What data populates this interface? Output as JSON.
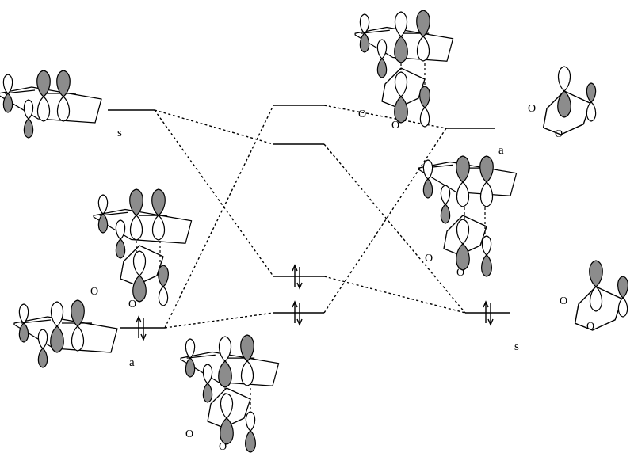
{
  "symmetry_labels": {
    "diene_upper": "s",
    "diene_lower": "a",
    "dioxole_upper": "a",
    "dioxole_lower": "s"
  },
  "atom_label": "O",
  "icons": [
    "p-orbital-lobe-icon",
    "electron-spin-arrows-icon"
  ]
}
